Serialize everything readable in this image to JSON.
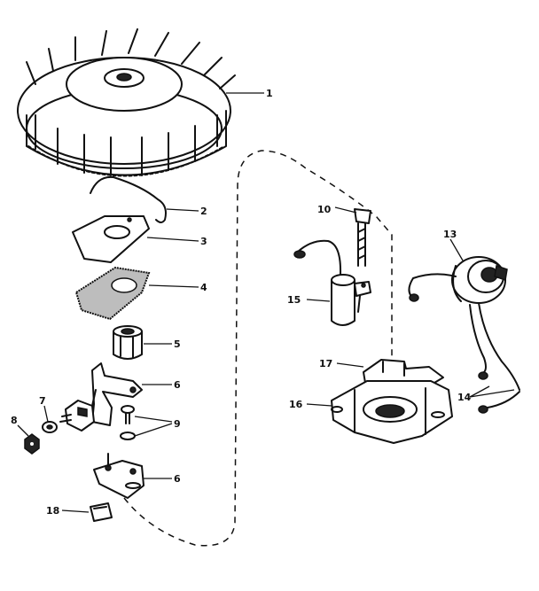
{
  "labels": {
    "p1": "1",
    "p2": "2",
    "p3": "3",
    "p4": "4",
    "p5": "5",
    "p6a": "6",
    "p6b": "6",
    "p7": "7",
    "p8": "8",
    "p9": "9",
    "p10": "10",
    "p13": "13",
    "p14": "14",
    "p15": "15",
    "p16": "16",
    "p17": "17",
    "p18": "18"
  }
}
